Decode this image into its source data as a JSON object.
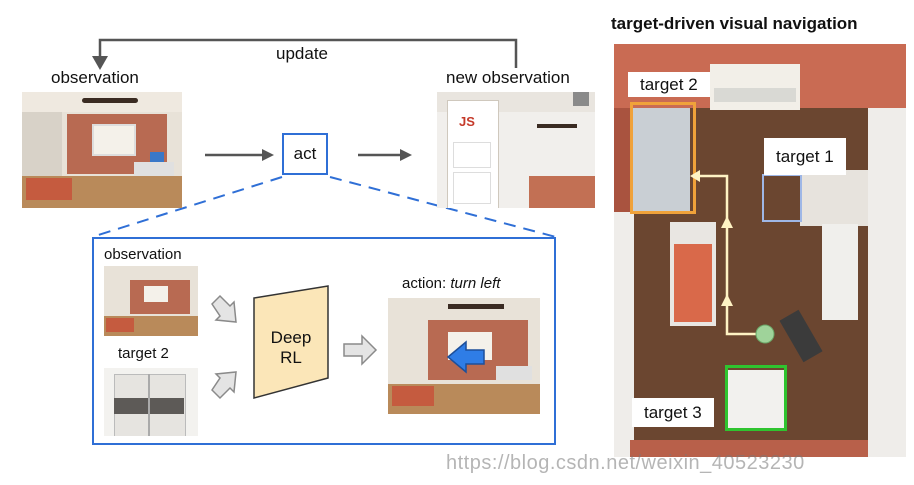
{
  "top": {
    "update_label": "update",
    "observation_label": "observation",
    "new_observation_label": "new observation",
    "act_label": "act",
    "door_letters": "JS"
  },
  "inset": {
    "observation_label": "observation",
    "target_label": "target 2",
    "model_line1": "Deep",
    "model_line2": "RL",
    "action_prefix": "action: ",
    "action_value": "turn left"
  },
  "map": {
    "title": "target-driven visual navigation",
    "target1": "target 1",
    "target2": "target 2",
    "target3": "target 3"
  },
  "colors": {
    "act_box": "#2f6fd6",
    "target1": "#9fb7e6",
    "target2": "#f0a23a",
    "target3": "#2fc42f",
    "model_fill": "#fbe6b8",
    "path": "#fff3c4",
    "floor": "#6b4630",
    "wall_brick": "#b8604a"
  },
  "icons": [
    "update-arrow-icon",
    "arrow-right-icon",
    "turn-left-arrow-icon",
    "gray-arrow-icon"
  ],
  "watermark": "https://blog.csdn.net/weixin_40523230"
}
